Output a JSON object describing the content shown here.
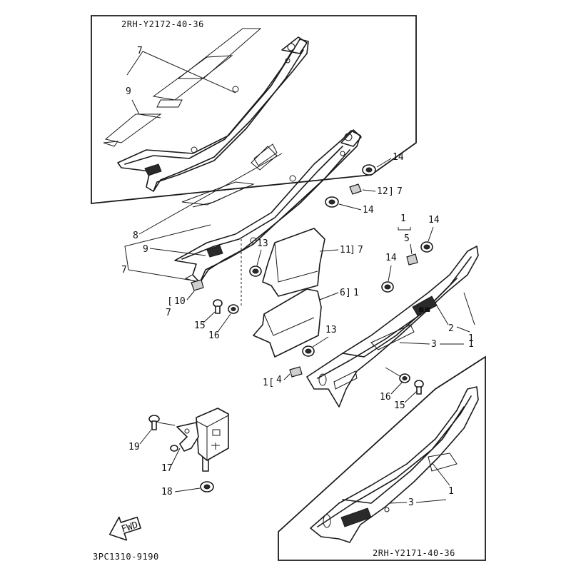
{
  "inset_codes": {
    "top": "2RH-Y2172-40-36",
    "bottom": "2RH-Y2171-40-36"
  },
  "diagram_code": "3PC1310-9190",
  "fwd_label": "FWD",
  "labels": {
    "top_7": "7",
    "top_9": "9",
    "mid_8": "8",
    "mid_9": "9",
    "mid_7": "7",
    "n14_a": "14",
    "n12": "12",
    "n12_ref": "7",
    "n14_b": "14",
    "n11": "11",
    "n11_ref": "7",
    "n13_a": "13",
    "n10": "10",
    "n10_ref": "7",
    "n15_a": "15",
    "n16_a": "16",
    "n6": "6",
    "n6_ref": "1",
    "n13_b": "13",
    "n4": "4",
    "n4_ref": "1",
    "n1_top": "1",
    "n5": "5",
    "n14_c": "14",
    "n14_d": "14",
    "n2": "2",
    "n2_ref": "1",
    "n3": "3",
    "n3_ref": "1",
    "n16_b": "16",
    "n15_b": "15",
    "n19": "19",
    "n17": "17",
    "n18": "18",
    "n3_bottom": "3",
    "n1_bottom": "1"
  }
}
